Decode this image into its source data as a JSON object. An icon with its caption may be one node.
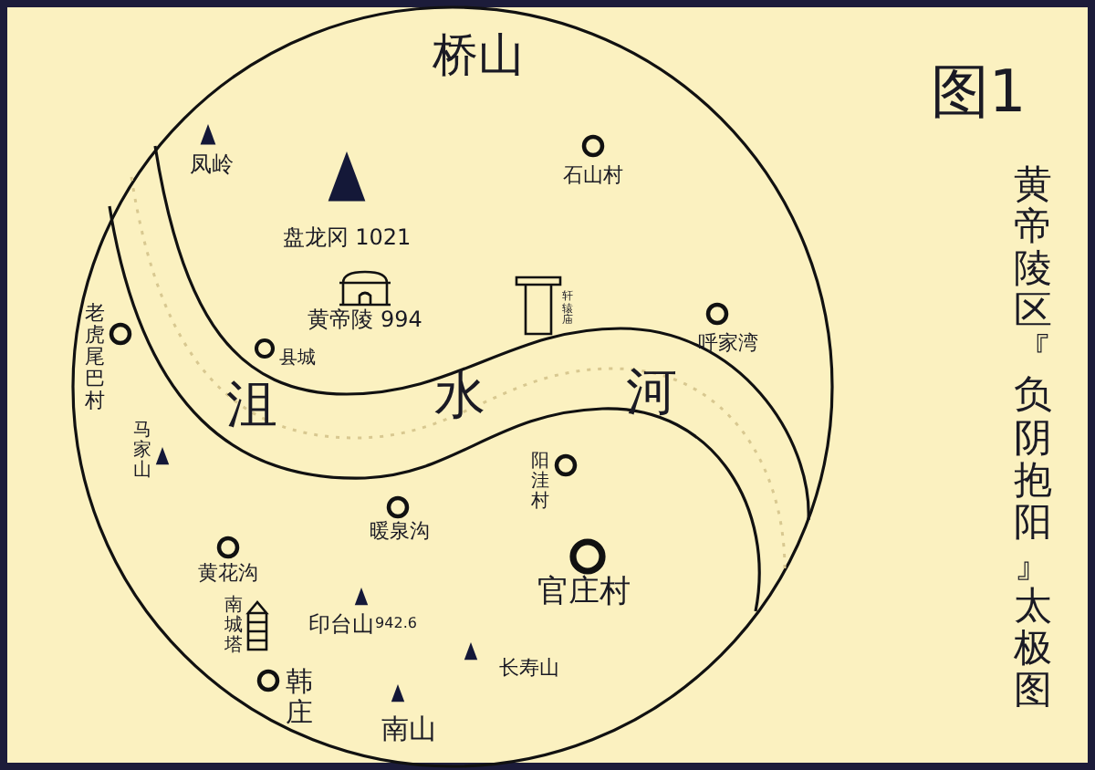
{
  "diagram": {
    "title": "图1",
    "caption": "黄帝陵区『负阴抱阳』太极图",
    "labels": [
      "桥山",
      "凤岭",
      "石山村",
      "盘龙冈 1021",
      "黄帝陵 994",
      "轩辕庙",
      "老虎尾巴村",
      "县城",
      "呼家湾",
      "沮",
      "水",
      "河",
      "马家山",
      "阳洼村",
      "暖泉沟",
      "黄花沟",
      "官庄村",
      "南城塔",
      "印台山",
      "942.6",
      "长寿山",
      "韩庄",
      "南山"
    ]
  }
}
